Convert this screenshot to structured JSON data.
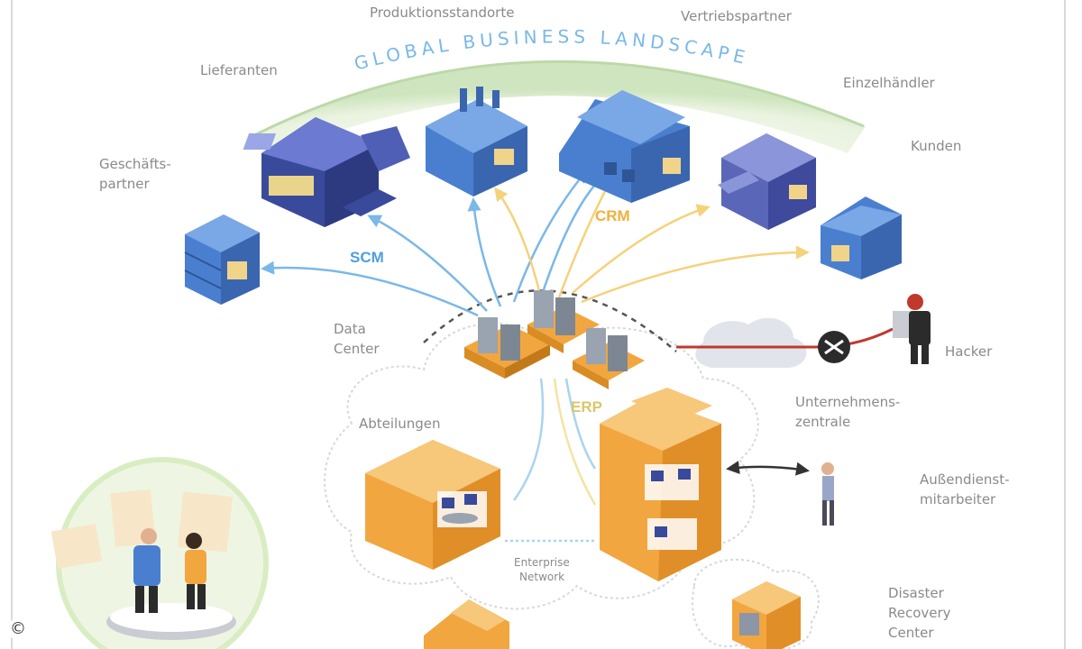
{
  "title": "GLOBAL BUSINESS LANDSCAPE",
  "labels": {
    "produktion": "Produktionsstandorte",
    "vertrieb": "Vertriebspartner",
    "lieferanten": "Lieferanten",
    "einzelhaendler": "Einzelhändler",
    "kunden": "Kunden",
    "geschaefts_line1": "Geschäfts-",
    "geschaefts_line2": "partner",
    "datacenter_line1": "Data",
    "datacenter_line2": "Center",
    "hacker": "Hacker",
    "zentrale_line1": "Unternehmens-",
    "zentrale_line2": "zentrale",
    "abteilungen": "Abteilungen",
    "aussendienst_line1": "Außendienst-",
    "aussendienst_line2": "mitarbeiter",
    "network_line1": "Enterprise",
    "network_line2": "Network",
    "recovery_line1": "Disaster",
    "recovery_line2": "Recovery",
    "recovery_line3": "Center"
  },
  "tags": {
    "scm": "SCM",
    "crm": "CRM",
    "erp": "ERP"
  },
  "copyright": "©",
  "colors": {
    "blue_building": "#4a7fd0",
    "navy_building": "#3a4a9a",
    "orange_building": "#f2a640",
    "scm_arrow": "#7ab8e8",
    "crm_arrow": "#f5d27a",
    "hacker_line": "#c0392b",
    "scm_text": "#4d9ee0",
    "crm_text": "#f0b13a",
    "erp_text": "#d9c76a"
  }
}
